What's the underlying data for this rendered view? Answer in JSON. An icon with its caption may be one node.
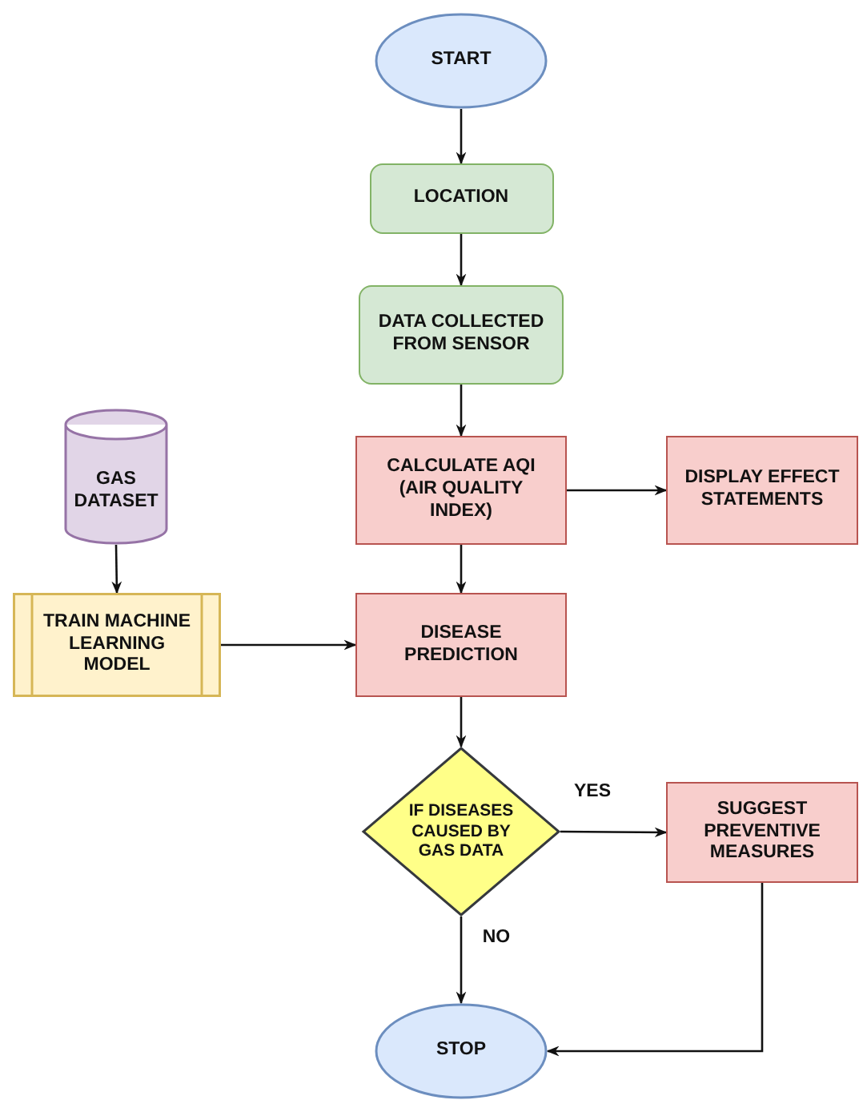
{
  "diagram": {
    "nodes": [
      {
        "text": [
          "START"
        ]
      },
      {
        "text": [
          "LOCATION"
        ]
      },
      {
        "text": [
          "DATA COLLECTED FROM SENSOR"
        ]
      },
      {
        "text": [
          "CALCULATE AQI (AIR QUALITY INDEX)"
        ]
      },
      {
        "text": [
          "DISPLAY EFFECT STATEMENTS"
        ]
      },
      {
        "text": [
          "GAS DATASET"
        ]
      },
      {
        "text": [
          "TRAIN MACHINE LEARNING MODEL"
        ]
      },
      {
        "text": [
          "DISEASE PREDICTION"
        ]
      },
      {
        "text": [
          "IF DISEASES CAUSED BY GAS DATA"
        ]
      },
      {
        "text": [
          "SUGGEST PREVENTIVE MEASURES"
        ]
      },
      {
        "text": [
          "STOP"
        ]
      }
    ],
    "edges": [
      {
        "from": 0,
        "to": 1,
        "arrow": "to"
      },
      {
        "from": 1,
        "to": 2,
        "arrow": "to"
      },
      {
        "from": 2,
        "to": 3,
        "arrow": "to"
      },
      {
        "from": 3,
        "to": 4,
        "arrow": "to"
      },
      {
        "from": 3,
        "to": 7,
        "arrow": "to"
      },
      {
        "from": 5,
        "to": 6,
        "arrow": "to"
      },
      {
        "from": 6,
        "to": 7,
        "arrow": "to"
      },
      {
        "from": 7,
        "to": 8,
        "arrow": "to"
      },
      {
        "from": 8,
        "to": 9,
        "arrow": "to",
        "label": "YES"
      },
      {
        "from": 8,
        "to": 10,
        "arrow": "to",
        "label": "NO"
      },
      {
        "from": 9,
        "to": 10,
        "arrow": "to"
      }
    ]
  }
}
